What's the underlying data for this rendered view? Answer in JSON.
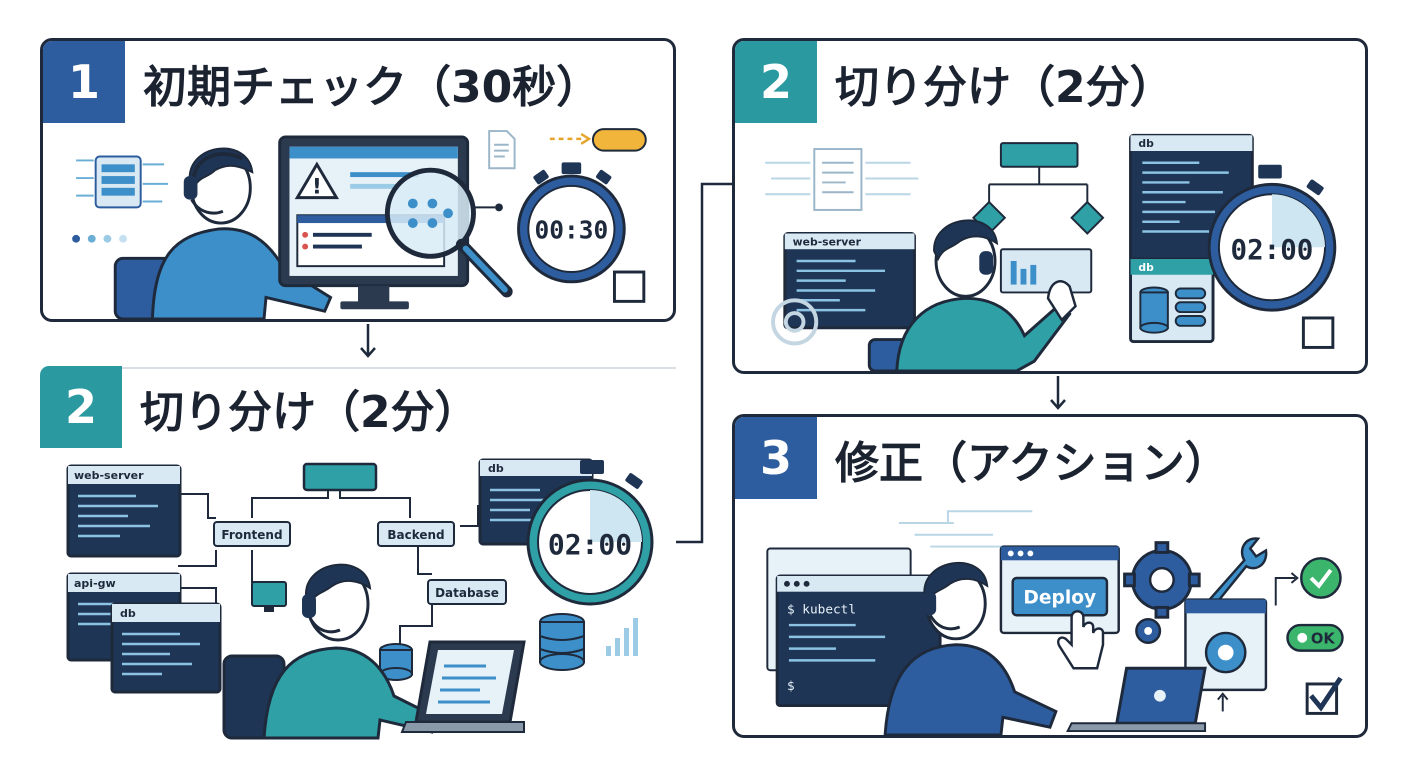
{
  "panels": {
    "p1": {
      "number": "1",
      "title": "初期チェック（30秒）",
      "timer": "00:30"
    },
    "p2": {
      "number": "2",
      "title": "切り分け（2分）",
      "timer": "02:00",
      "windows": {
        "web": "web-server",
        "api": "api-gw",
        "db": "db",
        "db_top": "db"
      },
      "nodes": {
        "frontend": "Frontend",
        "backend": "Backend",
        "database": "Database"
      }
    },
    "p3": {
      "number": "2",
      "title": "切り分け（2分）",
      "timer": "02:00",
      "windows": {
        "web": "web-server",
        "db_top": "db",
        "db_bottom": "db"
      }
    },
    "p4": {
      "number": "3",
      "title": "修正（アクション）",
      "terminal": {
        "command": "$ kubectl",
        "prompt": "$"
      },
      "deploy_button": "Deploy",
      "ok_badge": "OK"
    }
  },
  "colors": {
    "dark": "#1e2a3b",
    "blue_badge": "#2d5d9e",
    "teal_badge": "#2b9aa0",
    "mid_blue": "#3d8fc9",
    "teal": "#2fa0a6",
    "light_blue": "#cde6f2",
    "amber": "#e5a52a",
    "green": "#3bb56c",
    "navy_window": "#1e3556"
  }
}
